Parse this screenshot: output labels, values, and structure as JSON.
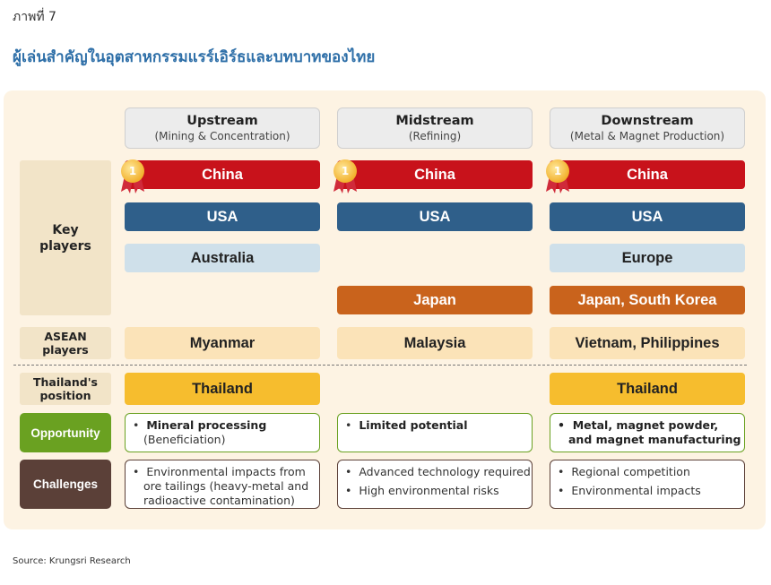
{
  "figure_label": "ภาพที่ 7",
  "title": "ผู้เล่นสำคัญในอุตสาหกรรมแรร์เอิร์ธและบทบาทของไทย",
  "stages": [
    {
      "name": "Upstream",
      "sub": "(Mining & Concentration)"
    },
    {
      "name": "Midstream",
      "sub": "(Refining)"
    },
    {
      "name": "Downstream",
      "sub": "(Metal & Magnet Production)"
    }
  ],
  "row_labels": {
    "key_players": "Key players",
    "asean_players": "ASEAN players",
    "thailand_position": "Thailand's position",
    "opportunity": "Opportunity",
    "challenges": "Challenges"
  },
  "medal_number": "1",
  "key_players": {
    "upstream": [
      "China",
      "USA",
      "Australia"
    ],
    "midstream": [
      "China",
      "USA",
      "Japan"
    ],
    "downstream": [
      "China",
      "USA",
      "Europe",
      "Japan, South Korea"
    ]
  },
  "asean_players": [
    "Myanmar",
    "Malaysia",
    "Vietnam, Philippines"
  ],
  "thailand_position": {
    "upstream": "Thailand",
    "downstream": "Thailand"
  },
  "opportunity": {
    "upstream": {
      "main": "Mineral processing",
      "note": "(Beneficiation)"
    },
    "midstream": {
      "main": "Limited potential"
    },
    "downstream": {
      "main": "Metal, magnet powder, and magnet manufacturing"
    }
  },
  "challenges": {
    "upstream": [
      "Environmental impacts from ore tailings (heavy-metal and radioactive contamination)"
    ],
    "midstream": [
      "Advanced technology required",
      "High environmental risks"
    ],
    "downstream": [
      "Regional competition",
      "Environmental impacts"
    ]
  },
  "source": "Source: Krungsri Research",
  "colors": {
    "china": "#c8121b",
    "usa": "#2f5f8a",
    "pale": "#cfe0ea",
    "japan": "#c9631c",
    "asean": "#fbe3b8",
    "thailand": "#f6bd2e",
    "opportunity": "#6aa121",
    "challenges": "#5b4038"
  }
}
